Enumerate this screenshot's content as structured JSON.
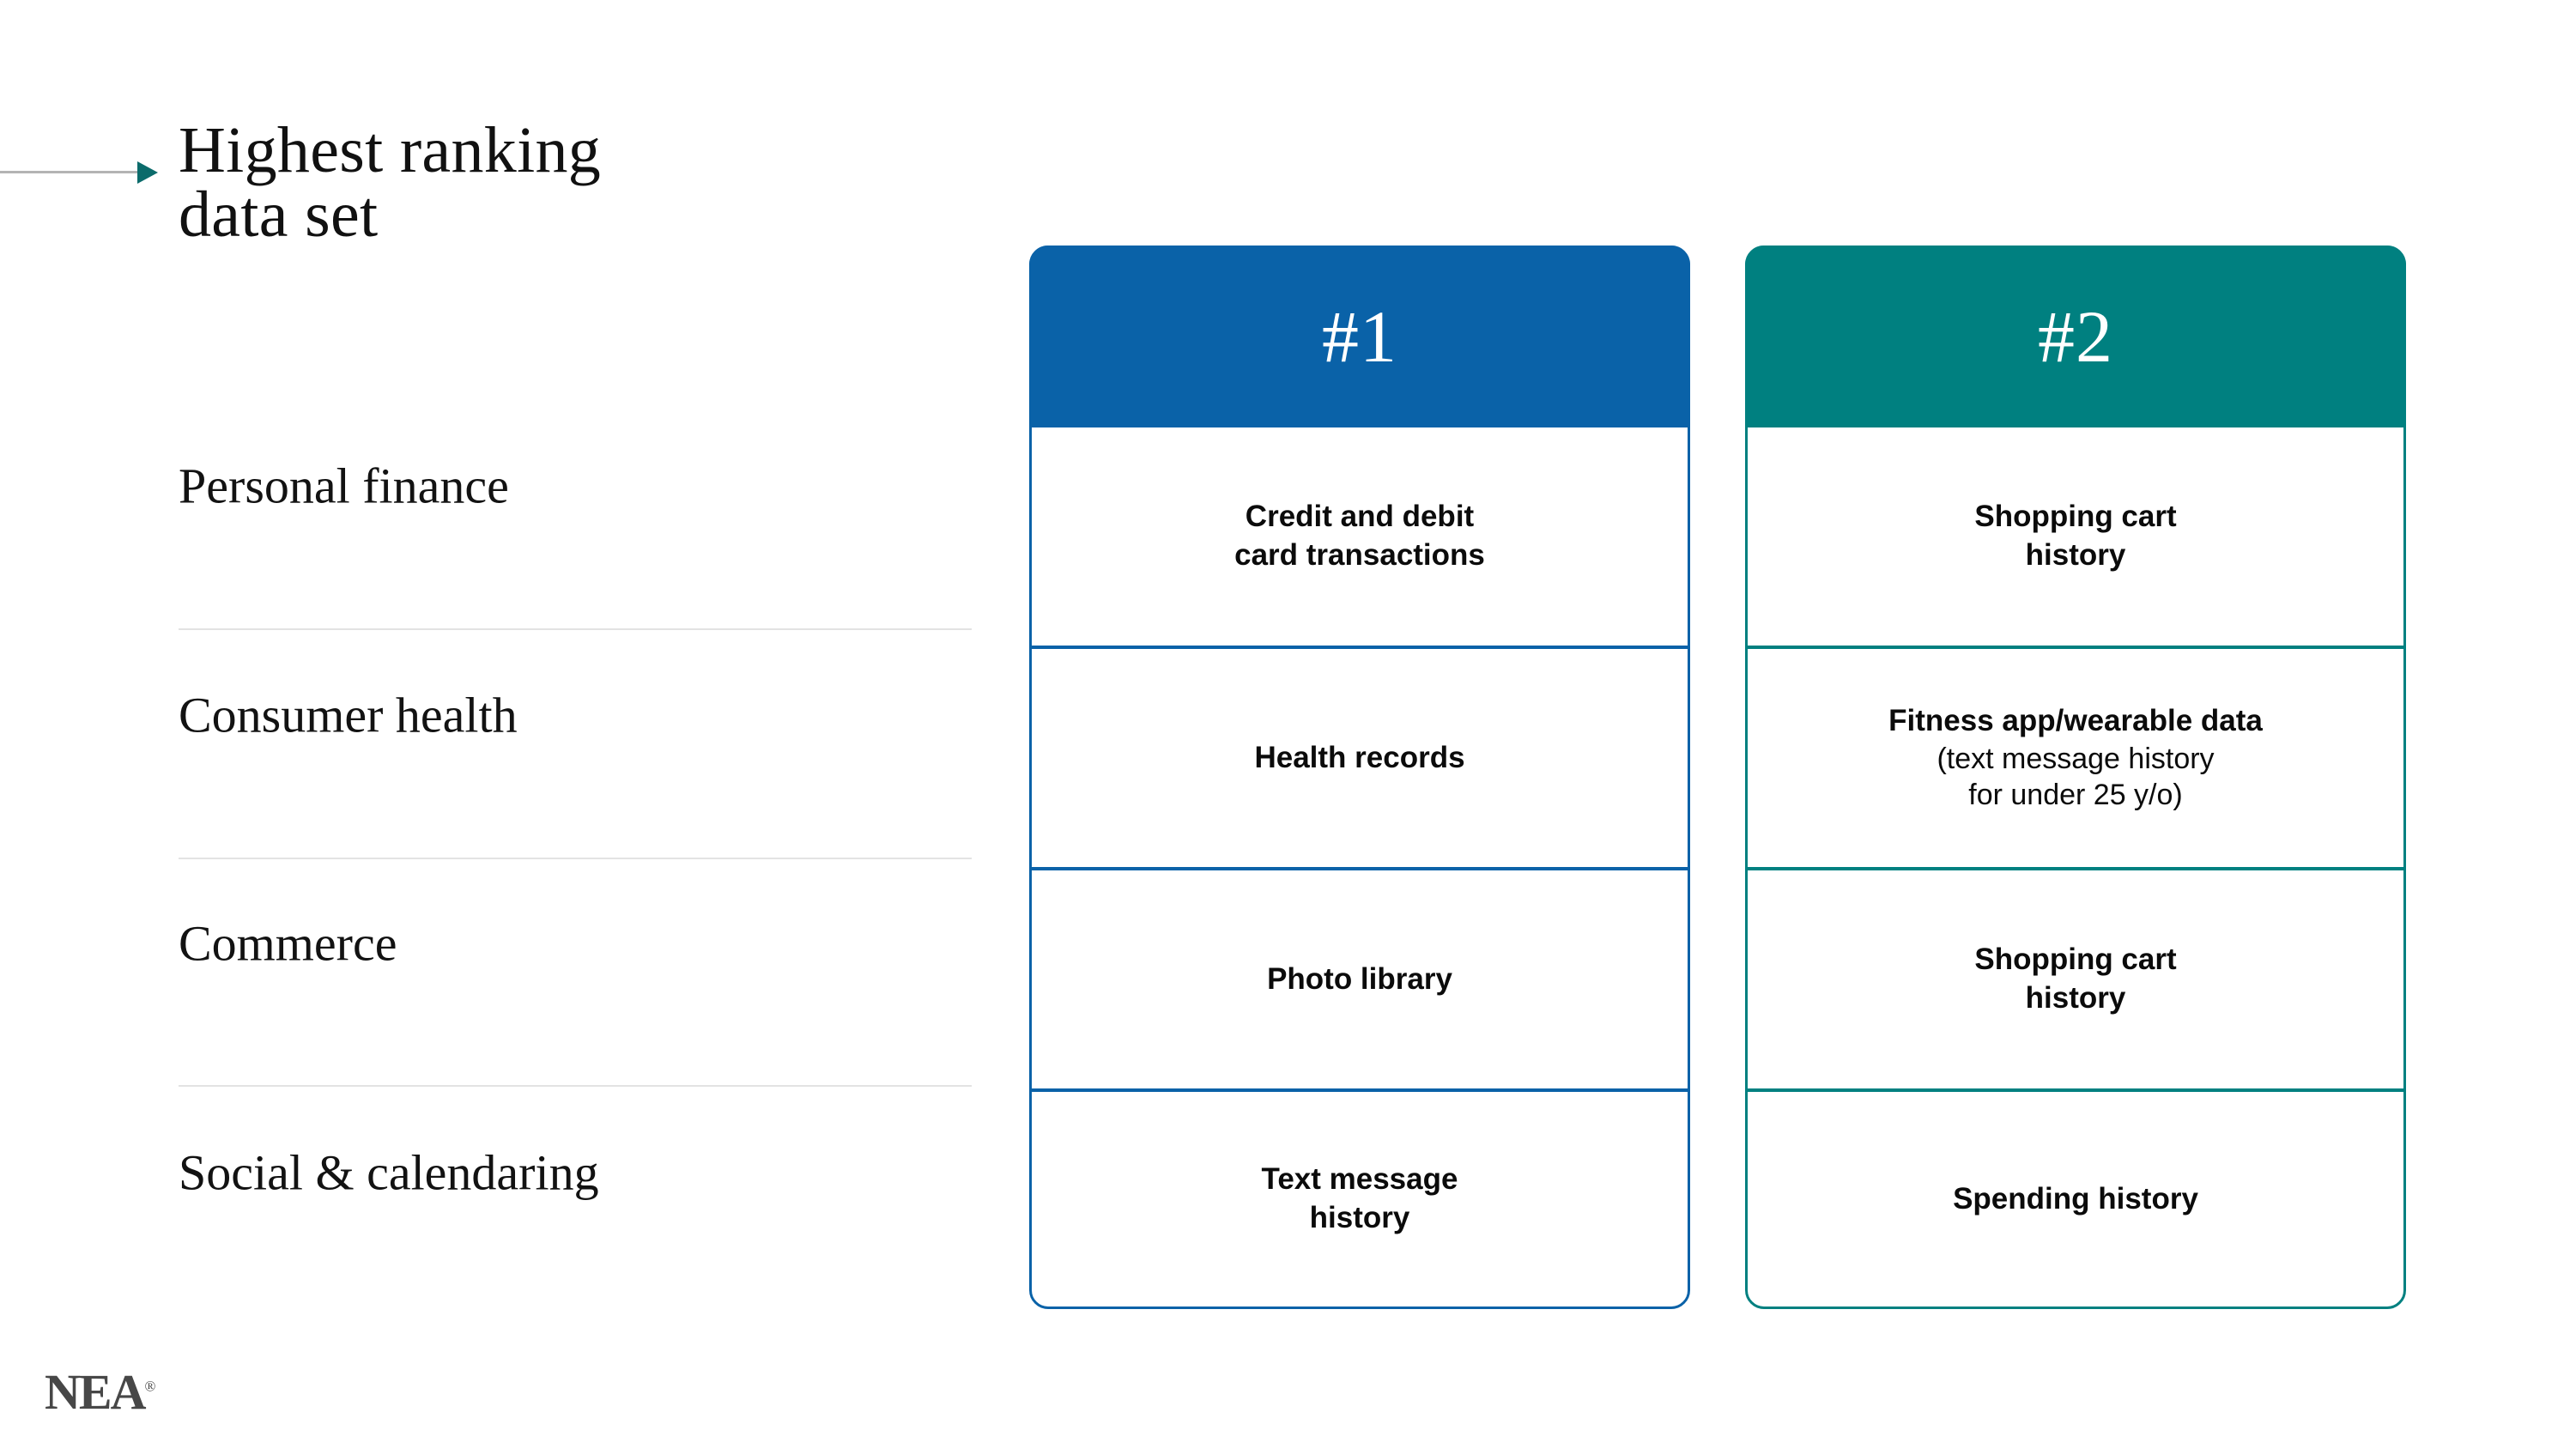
{
  "slide": {
    "title_lines": [
      "Highest ranking",
      "data set"
    ],
    "logo_text": "NEA",
    "logo_trademark": "®"
  },
  "colors": {
    "rank_1_accent": "#0a62a8",
    "rank_2_accent": "#008080",
    "arrow_line": "#b4b4b4",
    "arrow_head": "#0b6b6b",
    "divider": "#e3e3e3",
    "title_text": "#111111",
    "cell_text": "#0b0b0b",
    "logo_text": "#474747"
  },
  "categories": [
    {
      "label": "Personal finance"
    },
    {
      "label": "Consumer health"
    },
    {
      "label": "Commerce"
    },
    {
      "label": "Social & calendaring"
    }
  ],
  "columns": [
    {
      "rank": "#1",
      "accent": "#0a62a8",
      "cells": [
        {
          "main": "Credit and debit\ncard transactions",
          "sub": ""
        },
        {
          "main": "Health records",
          "sub": ""
        },
        {
          "main": "Photo library",
          "sub": ""
        },
        {
          "main": "Text message\nhistory",
          "sub": ""
        }
      ]
    },
    {
      "rank": "#2",
      "accent": "#008080",
      "cells": [
        {
          "main": "Shopping cart\nhistory",
          "sub": ""
        },
        {
          "main": "Fitness app/wearable data",
          "sub": "(text message history\nfor under 25 y/o)"
        },
        {
          "main": "Shopping cart\nhistory",
          "sub": ""
        },
        {
          "main": "Spending history",
          "sub": ""
        }
      ]
    }
  ]
}
